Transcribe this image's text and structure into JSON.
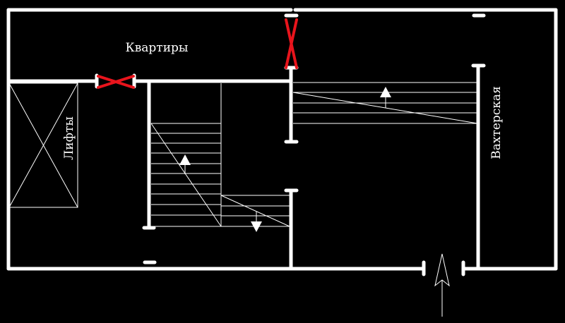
{
  "labels": {
    "apartments": "Квартиры",
    "elevators": "Лифты",
    "guard_room": "Вахтерская"
  },
  "colors": {
    "background": "#000000",
    "walls": "#ffffff",
    "blocked_door": "#e8141c"
  },
  "icons": {
    "blocked_door": "red-x-cross",
    "stair_direction": "triangle-arrow",
    "entrance": "open-arrow-up"
  }
}
